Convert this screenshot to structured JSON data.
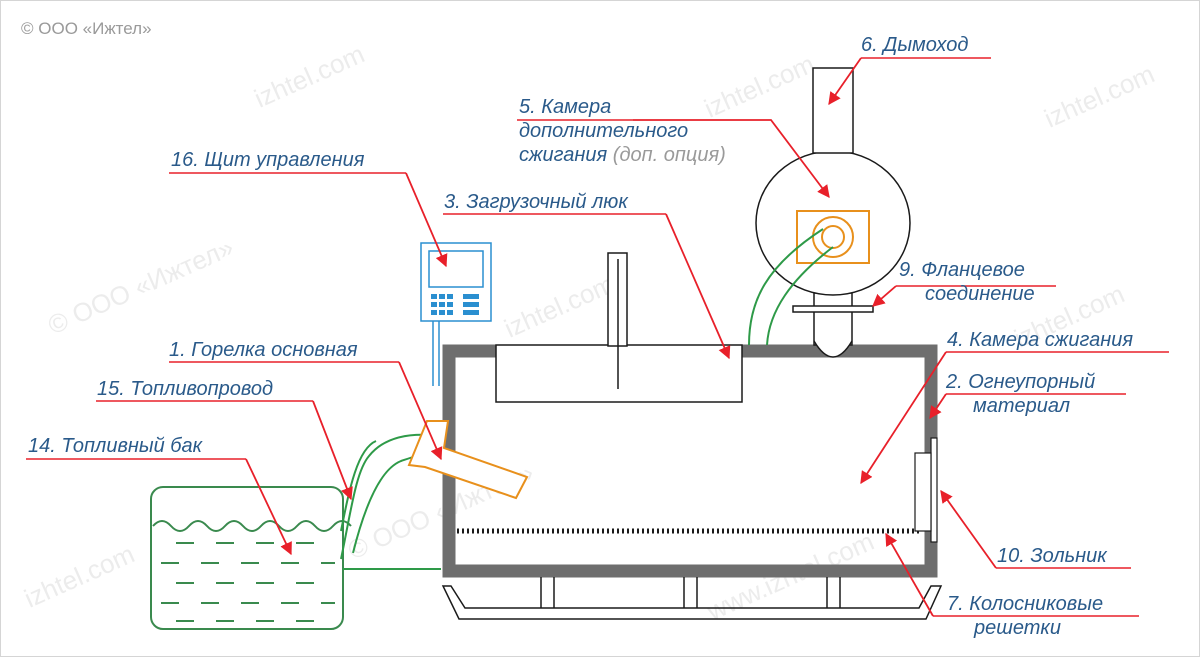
{
  "copyright": "© ООО «Ижтел»",
  "watermarks": [
    "izhtel.com",
    "izhtel.com",
    "© ООО «Ижтел»",
    "izhtel.com",
    "izhtel.com",
    "© ООО «Ижтел»",
    "izhtel.com",
    "www.izhtel.com",
    "izhtel.com"
  ],
  "colors": {
    "label": "#2a5a8a",
    "arrow": "#e8202a",
    "structure": "#6e6e6e",
    "pipe": "#2e9a48",
    "burner": "#e8901c",
    "panel": "#2a8fd0",
    "hatch": "#3a8a4e"
  },
  "labels": {
    "burner": "1. Горелка основная",
    "refractory_line1": "2. Огнеупорный",
    "refractory_line2": "материал",
    "hatch": "3. Загрузочный люк",
    "chamber": "4. Камера сжигания",
    "afterburner_line1": "5. Камера",
    "afterburner_line2": "дополнительного",
    "afterburner_line3": "сжигания",
    "afterburner_option": "(доп. опция)",
    "chimney": "6. Дымоход",
    "grates_line1": "7. Колосниковые",
    "grates_line2": "решетки",
    "flange_line1": "9. Фланцевое",
    "flange_line2": "соединение",
    "ashpit": "10. Зольник",
    "fuel_tank": "14. Топливный бак",
    "fuel_line": "15. Топливопровод",
    "control_panel": "16. Щит управления"
  }
}
